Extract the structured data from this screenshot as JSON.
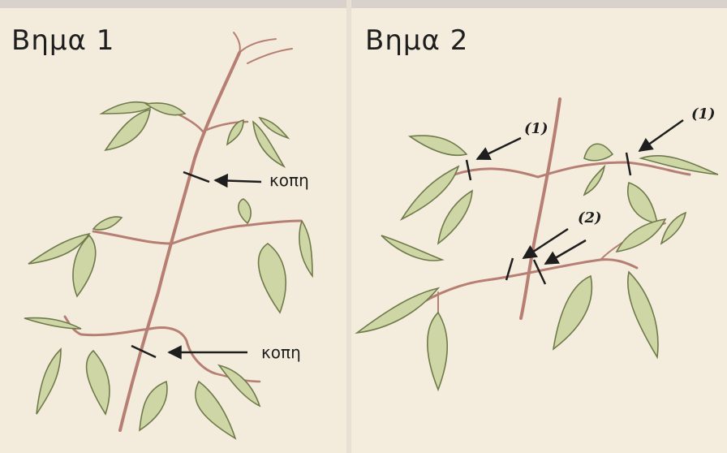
{
  "panels": [
    {
      "title": "Βημα 1",
      "cut_labels": [
        "κοπη",
        "κοπη"
      ]
    },
    {
      "title": "Βημα 2",
      "cut_markers": [
        "(1)",
        "(1)",
        "(2)"
      ]
    }
  ],
  "colors": {
    "paper": "#f3ecdc",
    "stem": "#b77f73",
    "leaf_fill": "#cfd6a5",
    "leaf_edge": "#6f7a4a",
    "ink": "#1e1e1e"
  }
}
